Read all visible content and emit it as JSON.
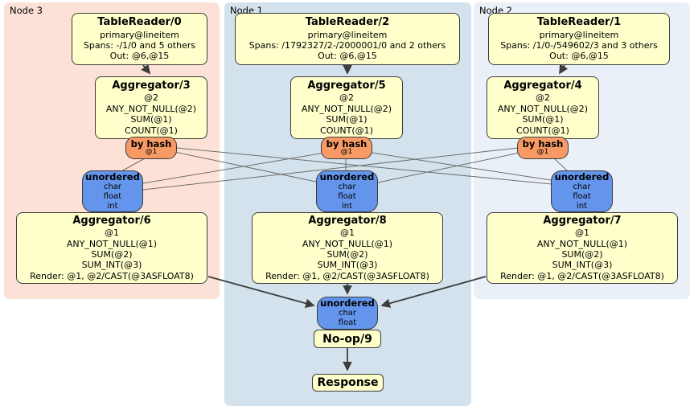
{
  "nodes": {
    "node3": {
      "label": "Node 3",
      "table_reader": {
        "title": "TableReader/0",
        "lines": [
          "primary@lineitem",
          "Spans: -/1/0 and 5 others",
          "Out: @6,@15"
        ]
      },
      "stage1_aggregator": {
        "title": "Aggregator/3",
        "lines": [
          "@2",
          "ANY_NOT_NULL(@2)",
          "SUM(@1)",
          "COUNT(@1)"
        ]
      },
      "hash_router": {
        "title": "by hash",
        "tag": "@1"
      },
      "sync": {
        "title": "unordered",
        "lines": [
          "char",
          "float",
          "int"
        ]
      },
      "stage2_aggregator": {
        "title": "Aggregator/6",
        "lines": [
          "@1",
          "ANY_NOT_NULL(@1)",
          "SUM(@2)",
          "SUM_INT(@3)",
          "Render: @1, @2/CAST(@3ASFLOAT8)"
        ]
      }
    },
    "node1": {
      "label": "Node 1",
      "table_reader": {
        "title": "TableReader/2",
        "lines": [
          "primary@lineitem",
          "Spans: /1792327/2-/2000001/0 and 2 others",
          "Out: @6,@15"
        ]
      },
      "stage1_aggregator": {
        "title": "Aggregator/5",
        "lines": [
          "@2",
          "ANY_NOT_NULL(@2)",
          "SUM(@1)",
          "COUNT(@1)"
        ]
      },
      "hash_router": {
        "title": "by hash",
        "tag": "@1"
      },
      "sync": {
        "title": "unordered",
        "lines": [
          "char",
          "float",
          "int"
        ]
      },
      "stage2_aggregator": {
        "title": "Aggregator/8",
        "lines": [
          "@1",
          "ANY_NOT_NULL(@1)",
          "SUM(@2)",
          "SUM_INT(@3)",
          "Render: @1, @2/CAST(@3ASFLOAT8)"
        ]
      }
    },
    "node2": {
      "label": "Node 2",
      "table_reader": {
        "title": "TableReader/1",
        "lines": [
          "primary@lineitem",
          "Spans: /1/0-/549602/3 and 3 others",
          "Out: @6,@15"
        ]
      },
      "stage1_aggregator": {
        "title": "Aggregator/4",
        "lines": [
          "@2",
          "ANY_NOT_NULL(@2)",
          "SUM(@1)",
          "COUNT(@1)"
        ]
      },
      "hash_router": {
        "title": "by hash",
        "tag": "@1"
      },
      "sync": {
        "title": "unordered",
        "lines": [
          "char",
          "float",
          "int"
        ]
      },
      "stage2_aggregator": {
        "title": "Aggregator/7",
        "lines": [
          "@1",
          "ANY_NOT_NULL(@1)",
          "SUM(@2)",
          "SUM_INT(@3)",
          "Render: @1, @2/CAST(@3ASFLOAT8)"
        ]
      }
    }
  },
  "output": {
    "sync": {
      "title": "unordered",
      "lines": [
        "char",
        "float"
      ]
    },
    "noop_label": "No-op/9",
    "response_label": "Response"
  },
  "colors": {
    "node3_bg": "#fce2d6",
    "node1_bg": "#d3e2ec",
    "node2_bg": "#e9f0f8",
    "processor_box": "#ffffcc",
    "router_box": "#f79a65",
    "sync_box": "#6495ed",
    "edge_thin": "#6e6e6e",
    "edge_thick": "#3d3d3d"
  }
}
